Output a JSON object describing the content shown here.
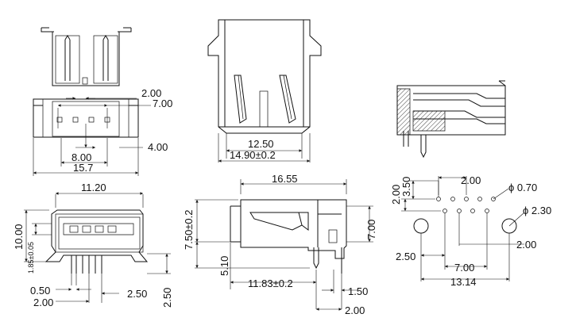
{
  "views": {
    "top": {
      "dim_2_00": "2.00",
      "dim_7_00": "7.00",
      "dim_4_00": "4.00",
      "dim_8_00": "8.00",
      "dim_15_7": "15.7"
    },
    "front_top": {
      "dim_12_50": "12.50",
      "dim_14_90": "14.90±0.2"
    },
    "front": {
      "dim_11_20": "11.20",
      "dim_10_00": "10.00",
      "dim_1_85": "1.85±0.05",
      "dim_0_50": "0.50",
      "dim_2_00": "2.00",
      "dim_2_50": "2.50",
      "dim_2_50_v": "2.50"
    },
    "side": {
      "dim_16_55": "16.55",
      "dim_7_50": "7.50±0.2",
      "dim_5_10": "5.10",
      "dim_11_83": "11.83±0.2",
      "dim_7_00": "7.00",
      "dim_1_50": "1.50",
      "dim_2_00": "2.00"
    },
    "footprint": {
      "dim_2_00_a": "2.00",
      "dim_3_50": "3.50",
      "dim_2_00_b": "2.00",
      "dim_phi_070": "ϕ 0.70",
      "dim_phi_230": "ϕ 2.30",
      "dim_2_00_c": "2.00",
      "dim_2_50": "2.50",
      "dim_7_00": "7.00",
      "dim_13_14": "13.14"
    }
  }
}
